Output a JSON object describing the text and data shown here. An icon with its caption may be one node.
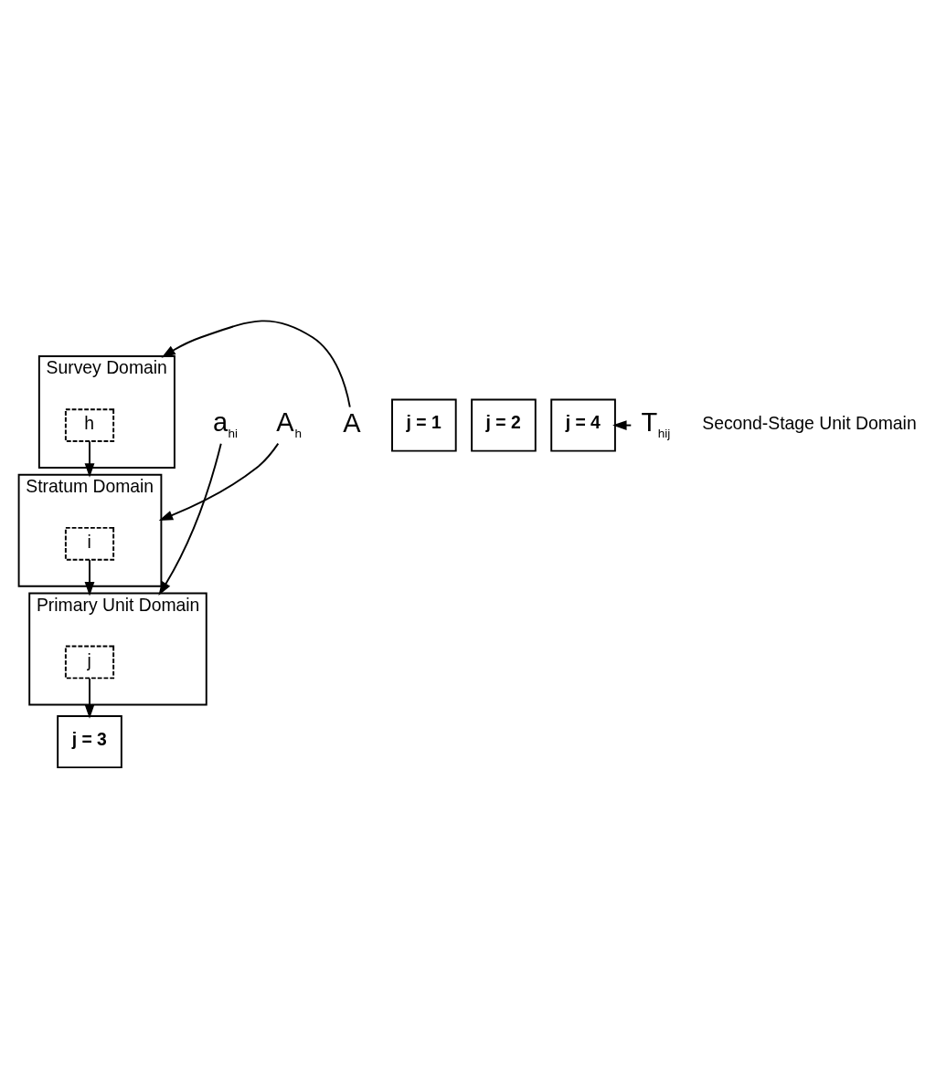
{
  "diagram": {
    "nodes": [
      {
        "text": [
          "Survey Domain"
        ]
      },
      {
        "text": [
          "h"
        ],
        "in": 0
      },
      {
        "text": [
          "A"
        ]
      },
      {
        "text": [
          "Stratum Domain"
        ]
      },
      {
        "text": [
          "i"
        ],
        "in": 3
      },
      {
        "text": [
          "A$_{h}$"
        ]
      },
      {
        "text": [
          "Primary Unit Domain"
        ]
      },
      {
        "text": [
          "j"
        ],
        "in": 6
      },
      {
        "text": [
          "a$_{hi}$"
        ]
      },
      {
        "text": [
          "j = 1"
        ]
      },
      {
        "text": [
          "j = 2"
        ]
      },
      {
        "text": [
          "j = 3"
        ]
      },
      {
        "text": [
          "j = 4"
        ]
      },
      {
        "text": [
          "T$_{hij}$"
        ]
      }
    ],
    "edges": [
      {
        "from": 2,
        "to": 0,
        "arrow": "to"
      },
      {
        "from": 1,
        "to": 3,
        "arrow": "to"
      },
      {
        "from": 5,
        "to": 3,
        "arrow": "to"
      },
      {
        "from": 4,
        "to": 6,
        "arrow": "to"
      },
      {
        "from": 8,
        "to": 6,
        "arrow": "to"
      },
      {
        "from": 7,
        "to": 11,
        "arrow": "to"
      },
      {
        "from": 13,
        "to": 12,
        "arrow": "to"
      }
    ],
    "labels": [
      "Second-Stage Unit Domain"
    ]
  }
}
